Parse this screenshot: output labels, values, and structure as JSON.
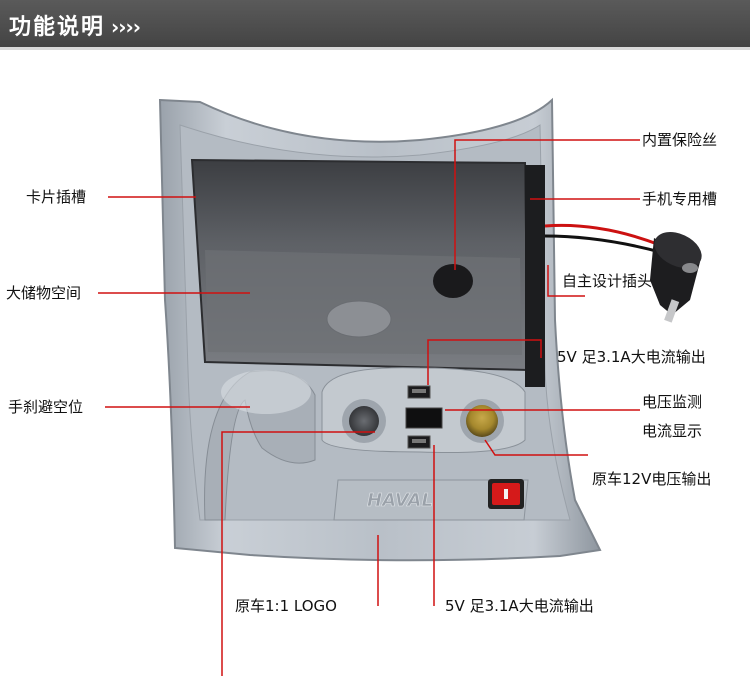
{
  "header": {
    "title": "功能说明",
    "arrows": "››››"
  },
  "device": {
    "logo_text": "HAVAL"
  },
  "labels": {
    "card_slot": "卡片插槽",
    "storage": "大储物空间",
    "handbrake": "手刹避空位",
    "fuse": "内置保险丝",
    "phone_slot": "手机专用槽",
    "plug": "自主设计插头",
    "usb_top": "5V 足3.1A大电流输出",
    "voltage_monitor": "电压监测",
    "current_display": "电流显示",
    "orig_12v": "原车12V电压输出",
    "logo": "原车1:1 LOGO",
    "usb_bottom": "5V 足3.1A大电流输出"
  },
  "colors": {
    "leader": "#d01010",
    "header_bg": "#4d4d4d"
  }
}
